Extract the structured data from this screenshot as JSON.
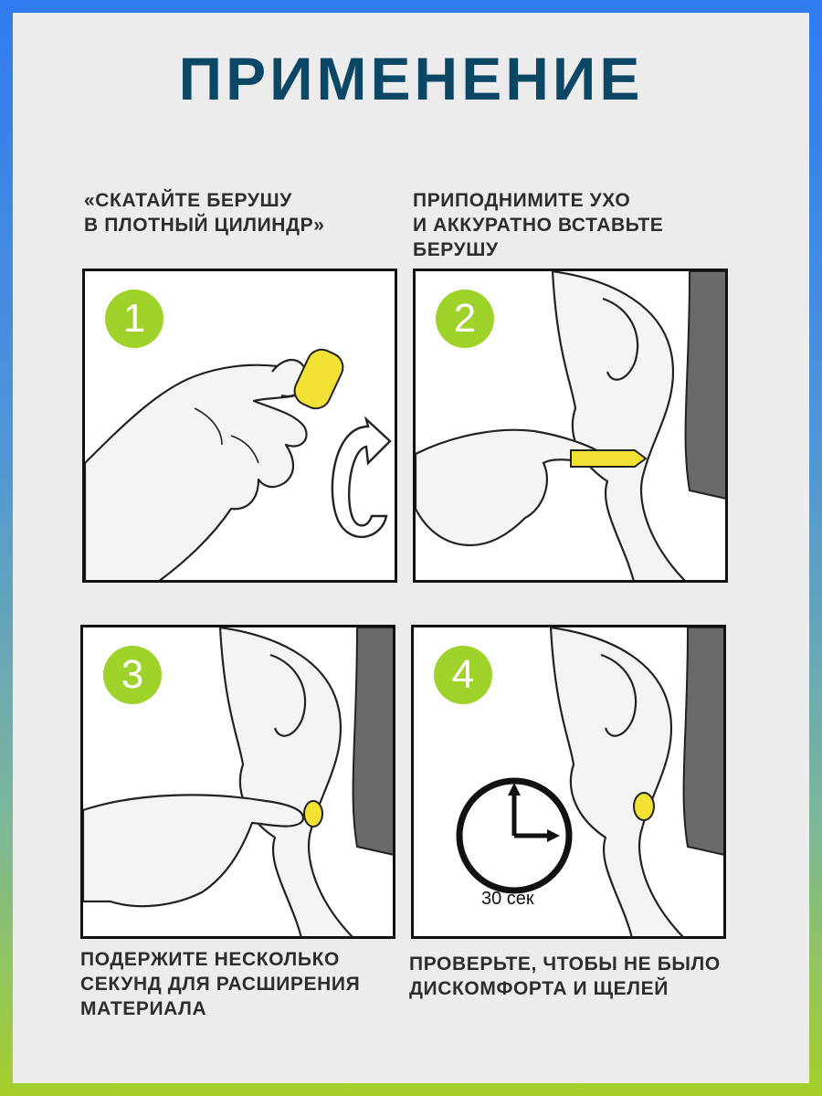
{
  "title": "ПРИМЕНЕНИЕ",
  "steps": [
    {
      "number": "1",
      "caption": "«СКАТАЙТЕ БЕРУШУ\nВ ПЛОТНЫЙ ЦИЛИНДР»"
    },
    {
      "number": "2",
      "caption": "ПРИПОДНИМИТЕ УХО\nИ АККУРАТНО ВСТАВЬТЕ\nБЕРУШУ"
    },
    {
      "number": "3",
      "caption": "ПОДЕРЖИТЕ НЕСКОЛЬКО\nСЕКУНД ДЛЯ РАСШИРЕНИЯ\nМАТЕРИАЛА"
    },
    {
      "number": "4",
      "caption": "ПРОВЕРЬТЕ, ЧТОБЫ НЕ БЫЛО\nДИСКОМФОРТА И ЩЕЛЕЙ",
      "clock_label": "30 сек"
    }
  ],
  "colors": {
    "title": "#0c4766",
    "badge": "#9fd22a",
    "earplug": "#f2e234",
    "hair": "#6a6a6a"
  }
}
